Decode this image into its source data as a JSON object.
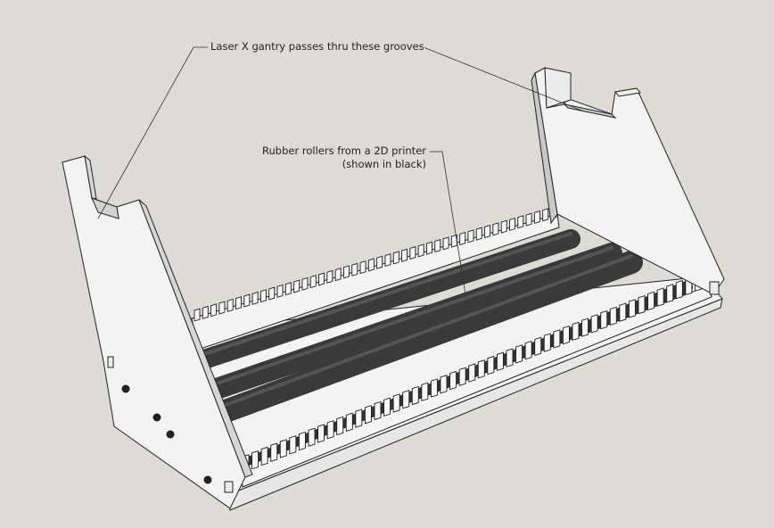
{
  "annotations": {
    "gantry_grooves": "Laser X gantry passes thru these grooves",
    "rollers_line1": "Rubber rollers from a 2D printer",
    "rollers_line2": "(shown in black)"
  },
  "colors": {
    "background": "#dcdbd6",
    "panel_face": "#f2f2f2",
    "panel_shaded": "#c8c8c8",
    "roller": "#3b3b3b",
    "edge": "#222222"
  }
}
